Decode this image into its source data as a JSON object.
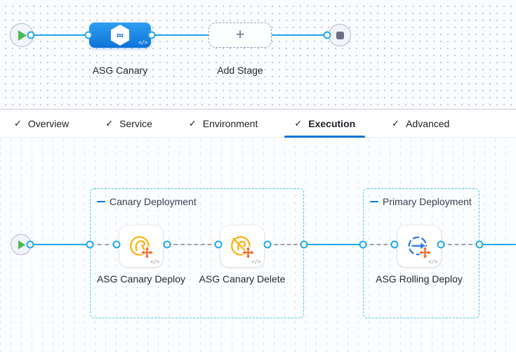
{
  "icons": {
    "check": "✓",
    "plus": "+",
    "code": "</>",
    "infinity": "∞"
  },
  "stage_graph": {
    "stage_label": "ASG Canary",
    "add_stage_label": "Add Stage"
  },
  "tabs": [
    {
      "label": "Overview",
      "checked": true,
      "selected": false
    },
    {
      "label": "Service",
      "checked": true,
      "selected": false
    },
    {
      "label": "Environment",
      "checked": true,
      "selected": false
    },
    {
      "label": "Execution",
      "checked": true,
      "selected": true
    },
    {
      "label": "Advanced",
      "checked": true,
      "selected": false
    }
  ],
  "execution": {
    "groups": [
      {
        "label": "Canary Deployment",
        "steps": [
          {
            "label": "ASG Canary Deploy"
          },
          {
            "label": "ASG Canary Delete"
          }
        ]
      },
      {
        "label": "Primary Deployment",
        "steps": [
          {
            "label": "ASG Rolling Deploy"
          }
        ]
      }
    ]
  },
  "colors": {
    "line-blue": "#1fa8ee",
    "group-border": "#4cc5f4",
    "tab-underline": "#0278d5",
    "stage-top": "#2f9ff1",
    "stage-bottom": "#0e72d8",
    "amber": "#fcb216",
    "orange": "#ef662b",
    "rolling-blue": "#2f7de1",
    "green": "#4cbb53",
    "gray-icon": "#6b6d85"
  }
}
